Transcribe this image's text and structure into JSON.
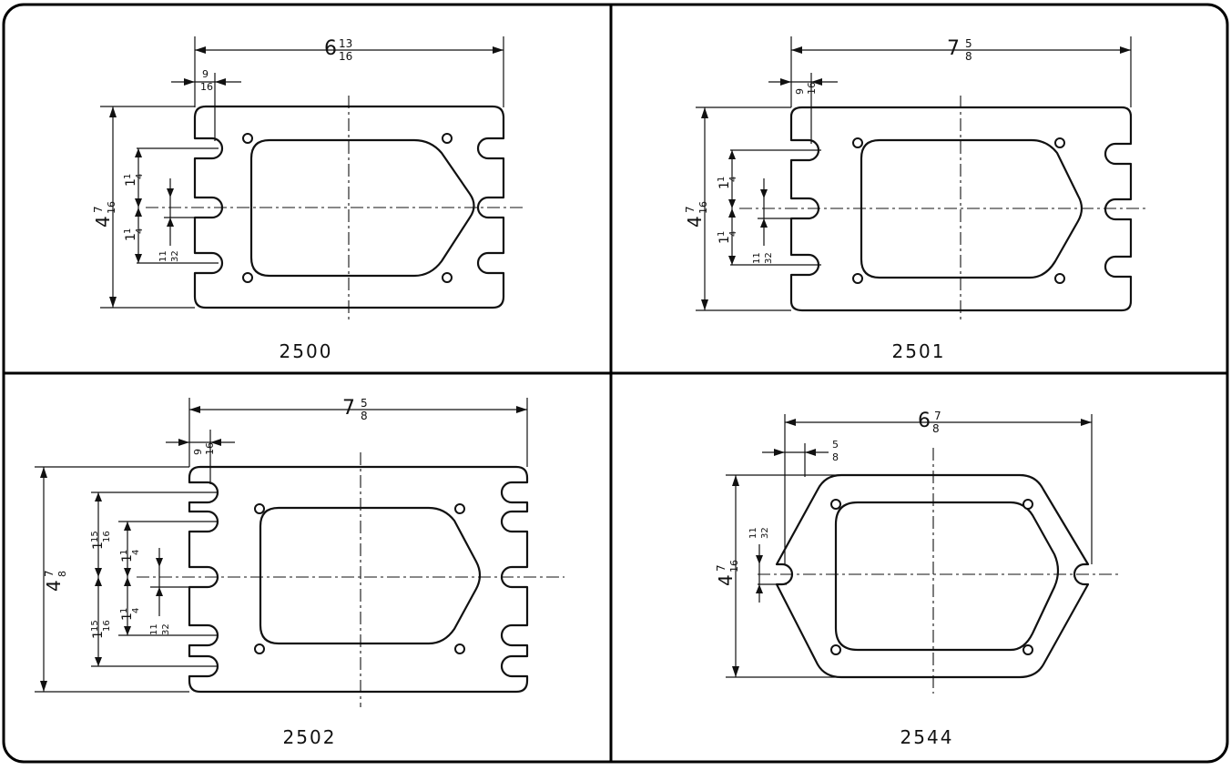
{
  "panels": [
    {
      "id": "2500",
      "caption": "2500",
      "width_whole": "6",
      "width_num": "13",
      "width_den": "16",
      "inset_num": "9",
      "inset_den": "16",
      "height_whole": "4",
      "height_num": "7",
      "height_den": "16",
      "slot_a_whole": "1",
      "slot_a_num": "1",
      "slot_a_den": "4",
      "slot_b_whole": "1",
      "slot_b_num": "1",
      "slot_b_den": "4",
      "slot_w_num": "11",
      "slot_w_den": "32"
    },
    {
      "id": "2501",
      "caption": "2501",
      "width_whole": "7",
      "width_num": "5",
      "width_den": "8",
      "inset_num": "9",
      "inset_den": "16",
      "height_whole": "4",
      "height_num": "7",
      "height_den": "16",
      "slot_a_whole": "1",
      "slot_a_num": "1",
      "slot_a_den": "4",
      "slot_b_whole": "1",
      "slot_b_num": "1",
      "slot_b_den": "4",
      "slot_w_num": "11",
      "slot_w_den": "32"
    },
    {
      "id": "2502",
      "caption": "2502",
      "width_whole": "7",
      "width_num": "5",
      "width_den": "8",
      "inset_num": "9",
      "inset_den": "16",
      "height_whole": "4",
      "height_num": "7",
      "height_den": "8",
      "outer_a_whole": "1",
      "outer_a_num": "15",
      "outer_a_den": "16",
      "slot_a_whole": "1",
      "slot_a_num": "1",
      "slot_a_den": "4",
      "slot_b_whole": "1",
      "slot_b_num": "1",
      "slot_b_den": "4",
      "outer_b_whole": "1",
      "outer_b_num": "15",
      "outer_b_den": "16",
      "slot_w_num": "11",
      "slot_w_den": "32"
    },
    {
      "id": "2544",
      "caption": "2544",
      "width_whole": "6",
      "width_num": "7",
      "width_den": "8",
      "inset_num": "5",
      "inset_den": "8",
      "height_whole": "4",
      "height_num": "7",
      "height_den": "16",
      "slot_w_num": "11",
      "slot_w_den": "32"
    }
  ]
}
